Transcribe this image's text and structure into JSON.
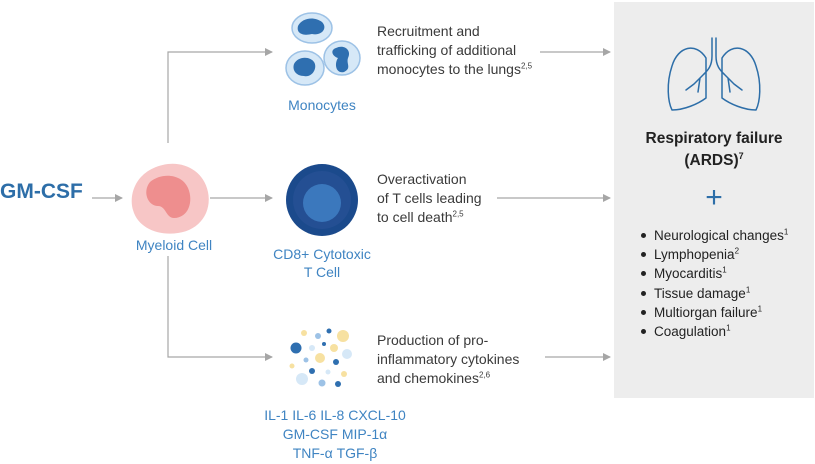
{
  "source": {
    "label": "GM-CSF"
  },
  "myeloid": {
    "label": "Myeloid Cell"
  },
  "monocytes": {
    "label": "Monocytes"
  },
  "tcell": {
    "label_line1": "CD8+ Cytotoxic",
    "label_line2": "T Cell"
  },
  "effects": [
    {
      "lines": [
        "Recruitment and",
        "trafficking of additional",
        "monocytes to the lungs"
      ],
      "sup": "2,5"
    },
    {
      "lines": [
        "Overactivation",
        "of T cells leading",
        "to cell death"
      ],
      "sup": "2,5"
    },
    {
      "lines": [
        "Production of pro-",
        "inflammatory cytokines",
        "and chemokines"
      ],
      "sup": "2,6"
    }
  ],
  "cytokines": {
    "row1": "IL-1   IL-6   IL-8   CXCL-10",
    "row2": "GM-CSF   MIP-1α",
    "row3": "TNF-α   TGF-β"
  },
  "outcome": {
    "title_line1": "Respiratory failure",
    "title_line2": "(ARDS)",
    "title_sup": "7",
    "plus": "+",
    "items": [
      {
        "text": "Neurological changes",
        "sup": "1"
      },
      {
        "text": "Lymphopenia",
        "sup": "2"
      },
      {
        "text": "Myocarditis",
        "sup": "1"
      },
      {
        "text": "Tissue damage",
        "sup": "1"
      },
      {
        "text": "Multiorgan failure",
        "sup": "1"
      },
      {
        "text": "Coagulation",
        "sup": "1"
      }
    ]
  },
  "colors": {
    "brand_blue": "#2d6ea8",
    "label_blue": "#3f84c2",
    "cell_pink": "#f7c6c6",
    "nucleus_pink": "#ee8e8e",
    "tcell_navy": "#1b4a8c",
    "panel_gray": "#ededed",
    "arrow_gray": "#a6a6a6"
  }
}
